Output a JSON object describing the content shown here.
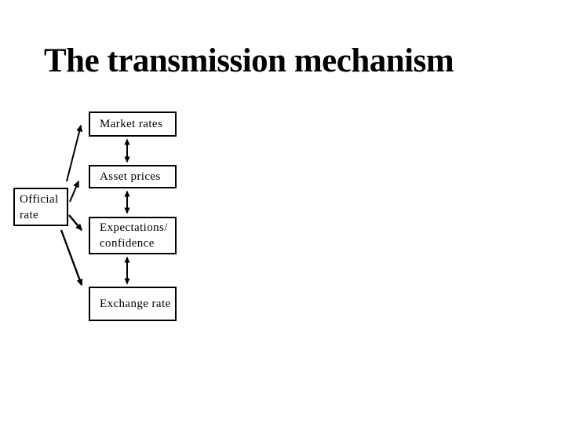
{
  "slide": {
    "title": "The transmission mechanism",
    "background_color": "#ffffff",
    "ink_color": "#000000"
  },
  "diagram": {
    "official_box": {
      "line1": "Official",
      "line2": "rate"
    },
    "boxes": [
      {
        "label": "Market rates"
      },
      {
        "label": "Asset prices"
      },
      {
        "line1": "Expectations/",
        "line2": "confidence"
      },
      {
        "label": "Exchange rate"
      }
    ],
    "arrows": {
      "from_official_rate": [
        {
          "to": "Market rates",
          "style": "single-head"
        },
        {
          "to": "Asset prices",
          "style": "single-head"
        },
        {
          "to": "Expectations/confidence",
          "style": "single-head"
        },
        {
          "to": "Exchange rate",
          "style": "single-head"
        }
      ],
      "bidirectional_links": [
        {
          "between": [
            "Market rates",
            "Asset prices"
          ]
        },
        {
          "between": [
            "Asset prices",
            "Expectations/confidence"
          ]
        },
        {
          "between": [
            "Expectations/confidence",
            "Exchange rate"
          ]
        }
      ]
    }
  }
}
